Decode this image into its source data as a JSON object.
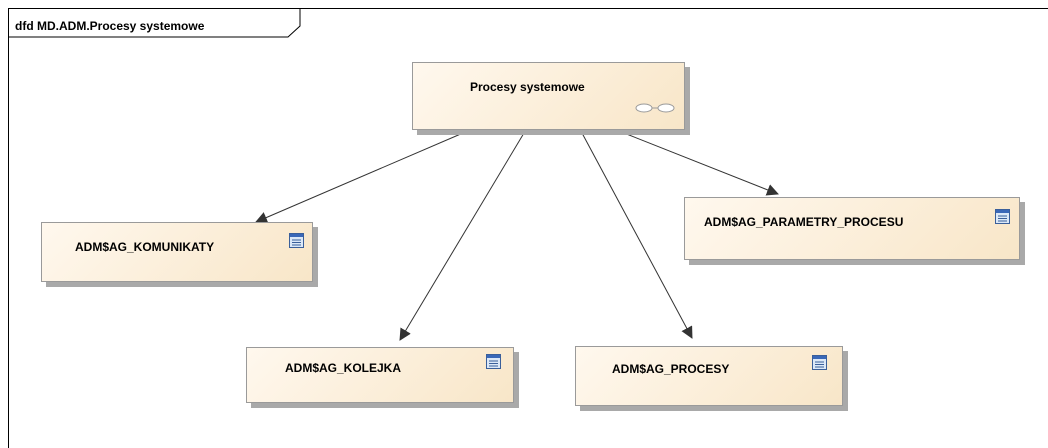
{
  "frame": {
    "title": "dfd MD.ADM.Procesy systemowe"
  },
  "nodes": {
    "process": {
      "label": "Procesy systemowe",
      "icon": "process-link-icon"
    },
    "komunikaty": {
      "label": "ADM$AG_KOMUNIKATY",
      "icon": "data-store-icon"
    },
    "parametry": {
      "label": "ADM$AG_PARAMETRY_PROCESU",
      "icon": "data-store-icon"
    },
    "kolejka": {
      "label": "ADM$AG_KOLEJKA",
      "icon": "data-store-icon"
    },
    "procesy": {
      "label": "ADM$AG_PROCESY",
      "icon": "data-store-icon"
    }
  },
  "colors": {
    "node_fill_light": "#fff8ee",
    "node_fill_dark": "#f8e6c8",
    "node_border": "#9a9a9a",
    "shadow": "#a9a9a9",
    "line": "#333333"
  }
}
